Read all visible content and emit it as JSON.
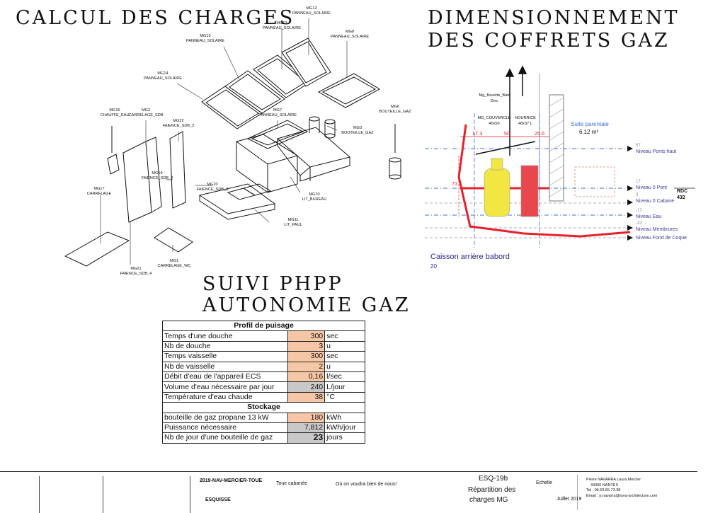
{
  "titles": {
    "charges": "CALCUL DES CHARGES",
    "dim_line1": "DIMENSIONNEMENT",
    "dim_line2": "DES COFFRETS GAZ",
    "phpp_line1": "SUIVI PHPP",
    "phpp_line2": "AUTONOMIE GAZ"
  },
  "axo_labels": {
    "mg12": [
      "MG12",
      "PANNEAU_SOLAIRE"
    ],
    "mg13": [
      "MG13",
      "PANNEAU_SOLAIRE"
    ],
    "mg15": [
      "MG15",
      "PANNEAU_SOLAIRE"
    ],
    "mg8": [
      "MG8",
      "PANNEAU_SOLAIRE"
    ],
    "mg14": [
      "MG14",
      "PANNEAU_SOLAIRE"
    ],
    "mg16": [
      "MG16",
      "CHAUFFE_EAU"
    ],
    "mg2": [
      "MG2",
      "CARRELAGE_SDB"
    ],
    "mg22": [
      "MG22",
      "FAIENCE_SDB_2"
    ],
    "mg7": [
      "MG7",
      "PANNEAU_SOLAIRE"
    ],
    "mg3": [
      "MG3",
      "BOUTEILLE_GAZ"
    ],
    "mg6": [
      "MG6",
      "BOUTEILLE_GAZ"
    ],
    "mg19": [
      "MG19",
      "FAIENCE_SDB_2"
    ],
    "mg20": [
      "MG20",
      "FAIENCE_SDB_3"
    ],
    "mg17": [
      "MG17",
      "CARRELAGE"
    ],
    "mg10": [
      "MG10",
      "LIT_BUREAU"
    ],
    "mg11": [
      "MG11",
      "LIT_PAUL"
    ],
    "mg1": [
      "MG1",
      "CARRELAGE_WC"
    ],
    "mg21": [
      "MG21",
      "FAIENCE_SDB_4"
    ]
  },
  "section": {
    "bavette": "Mg_Bavette_Bab",
    "bavette_mat": "Zinc",
    "couvercle": "MG_COUVERCLE",
    "couvercle_dim": "40x50",
    "nourrice": "NOURRICE",
    "nourrice_dim": "48x37 L",
    "suite": "Suite parentale",
    "suite_area": "6.12 m²",
    "dim_173": "17.3",
    "dim_50": "50",
    "dim_256": "25.6",
    "dim_71": "71",
    "levels": [
      {
        "num": "57",
        "name": "Niveau Ponts haut"
      },
      {
        "num": "17",
        "name": "Niveau 0 Pont"
      },
      {
        "num": "0",
        "name": "Niveau 0 Cabane"
      },
      {
        "num": "-17",
        "name": "Niveau Eau"
      },
      {
        "num": "-32",
        "name": "Niveau Membrures"
      },
      {
        "num": "",
        "name": "Niveau Fond de Coque"
      }
    ],
    "rdc": "RDC",
    "rdc_val": "432",
    "caisson": "Caisson arrière babord",
    "caisson_num": "20"
  },
  "table": {
    "header1": "Profil de puisage",
    "header2": "Stockage",
    "rows1": [
      {
        "label": "Temps d'une douche",
        "value": "300",
        "unit": "sec",
        "kind": "input"
      },
      {
        "label": "Nb de douche",
        "value": "3",
        "unit": "u",
        "kind": "input"
      },
      {
        "label": "Temps vaisselle",
        "value": "300",
        "unit": "sec",
        "kind": "input"
      },
      {
        "label": "Nb de vaisselle",
        "value": "2",
        "unit": "u",
        "kind": "input"
      },
      {
        "label": "Débit d'eau de l'appareil ECS",
        "value": "0,16",
        "unit": "l/sec",
        "kind": "input"
      },
      {
        "label": "Volume d'eau nécessaire par jour",
        "value": "240",
        "unit": "L/jour",
        "kind": "calc"
      },
      {
        "label": "Température d'eau chaude",
        "value": "38",
        "unit": "°C",
        "kind": "input"
      }
    ],
    "rows2": [
      {
        "label": "bouteille de gaz propane 13 kW",
        "value": "180",
        "unit": "kWh",
        "kind": "input"
      },
      {
        "label": "Puissance nécessaire",
        "value": "7,812",
        "unit": "kWh/jour",
        "kind": "calc"
      },
      {
        "label": "Nb de jour d'une bouteille de gaz",
        "value": "23",
        "unit": "jours",
        "kind": "res"
      }
    ]
  },
  "titleblock": {
    "project": "2019-NAV-MERCIER-TOUE",
    "phase": "ESQUISSE",
    "client": "Toue cabanée",
    "slogan": "Où on voudra bien de nous!",
    "code": "ESQ-19b",
    "desc1": "Répartition des",
    "desc2": "charges MG",
    "echelle": "Echelle",
    "date": "Juillet 2019",
    "author": "Pierre NAVARRA Laura Mercier",
    "city": "44000 NANTES",
    "tel": "Tel : 06.63.55.73.38",
    "email": "Email : p.navarra@sora-architecture.com"
  }
}
